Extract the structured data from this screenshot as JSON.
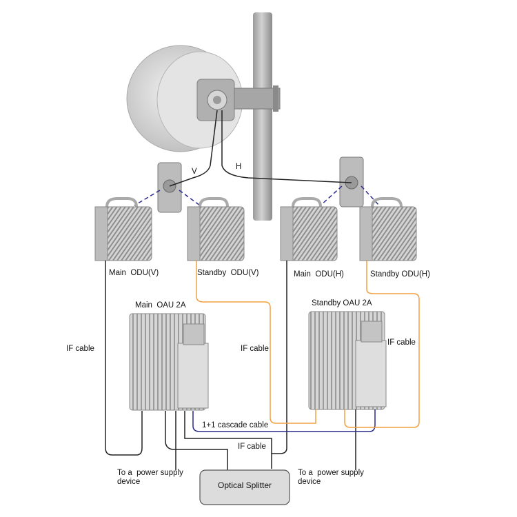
{
  "colors": {
    "if_cable": "#222222",
    "cascade_cable": "#2a2a8c",
    "orange_cable": "#f0a040",
    "pole": "#b9b9b9",
    "equipment": "#c8c8c8",
    "splitter_fill": "#dcdcdc"
  },
  "icons": [
    "antenna-dish",
    "pole",
    "hybrid-coupler",
    "odu-unit",
    "oau-unit"
  ],
  "labels": {
    "polarization_v": "V",
    "polarization_h": "H",
    "main_odu_v": "Main  ODU(V)",
    "standby_odu_v": "Standby  ODU(V)",
    "main_odu_h": "Main  ODU(H)",
    "standby_odu_h": "Standby ODU(H)",
    "main_oau": "Main  OAU 2A",
    "standby_oau": "Standby OAU 2A",
    "if_cable_left": "IF cable",
    "if_cable_center": "IF cable",
    "if_cable_right": "IF cable",
    "if_cable_bottom": "IF cable",
    "cascade_cable": "1+1 cascade cable",
    "power_left": "To a  power supply\ndevice",
    "power_right": "To a  power supply\ndevice",
    "optical_splitter": "Optical Splitter"
  }
}
